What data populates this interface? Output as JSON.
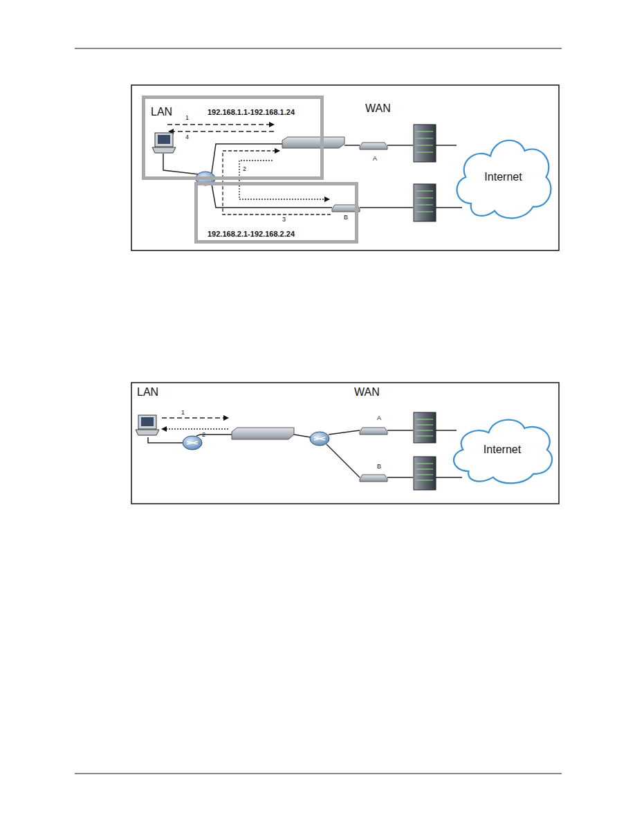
{
  "diagram": {
    "nodes": [
      {
        "text": [
          "LAN",
          "192.168.1.1-192.168.1.24"
        ]
      },
      {
        "text": [
          "192.168.2.1-192.168.2.24"
        ]
      },
      {
        "text": [
          "Internet"
        ]
      },
      {
        "text": [
          "Internet"
        ]
      }
    ],
    "labels": [
      "WAN",
      "1",
      "4",
      "2",
      "3",
      "A",
      "B",
      "LAN",
      "WAN",
      "1",
      "2",
      "A",
      "B"
    ]
  }
}
